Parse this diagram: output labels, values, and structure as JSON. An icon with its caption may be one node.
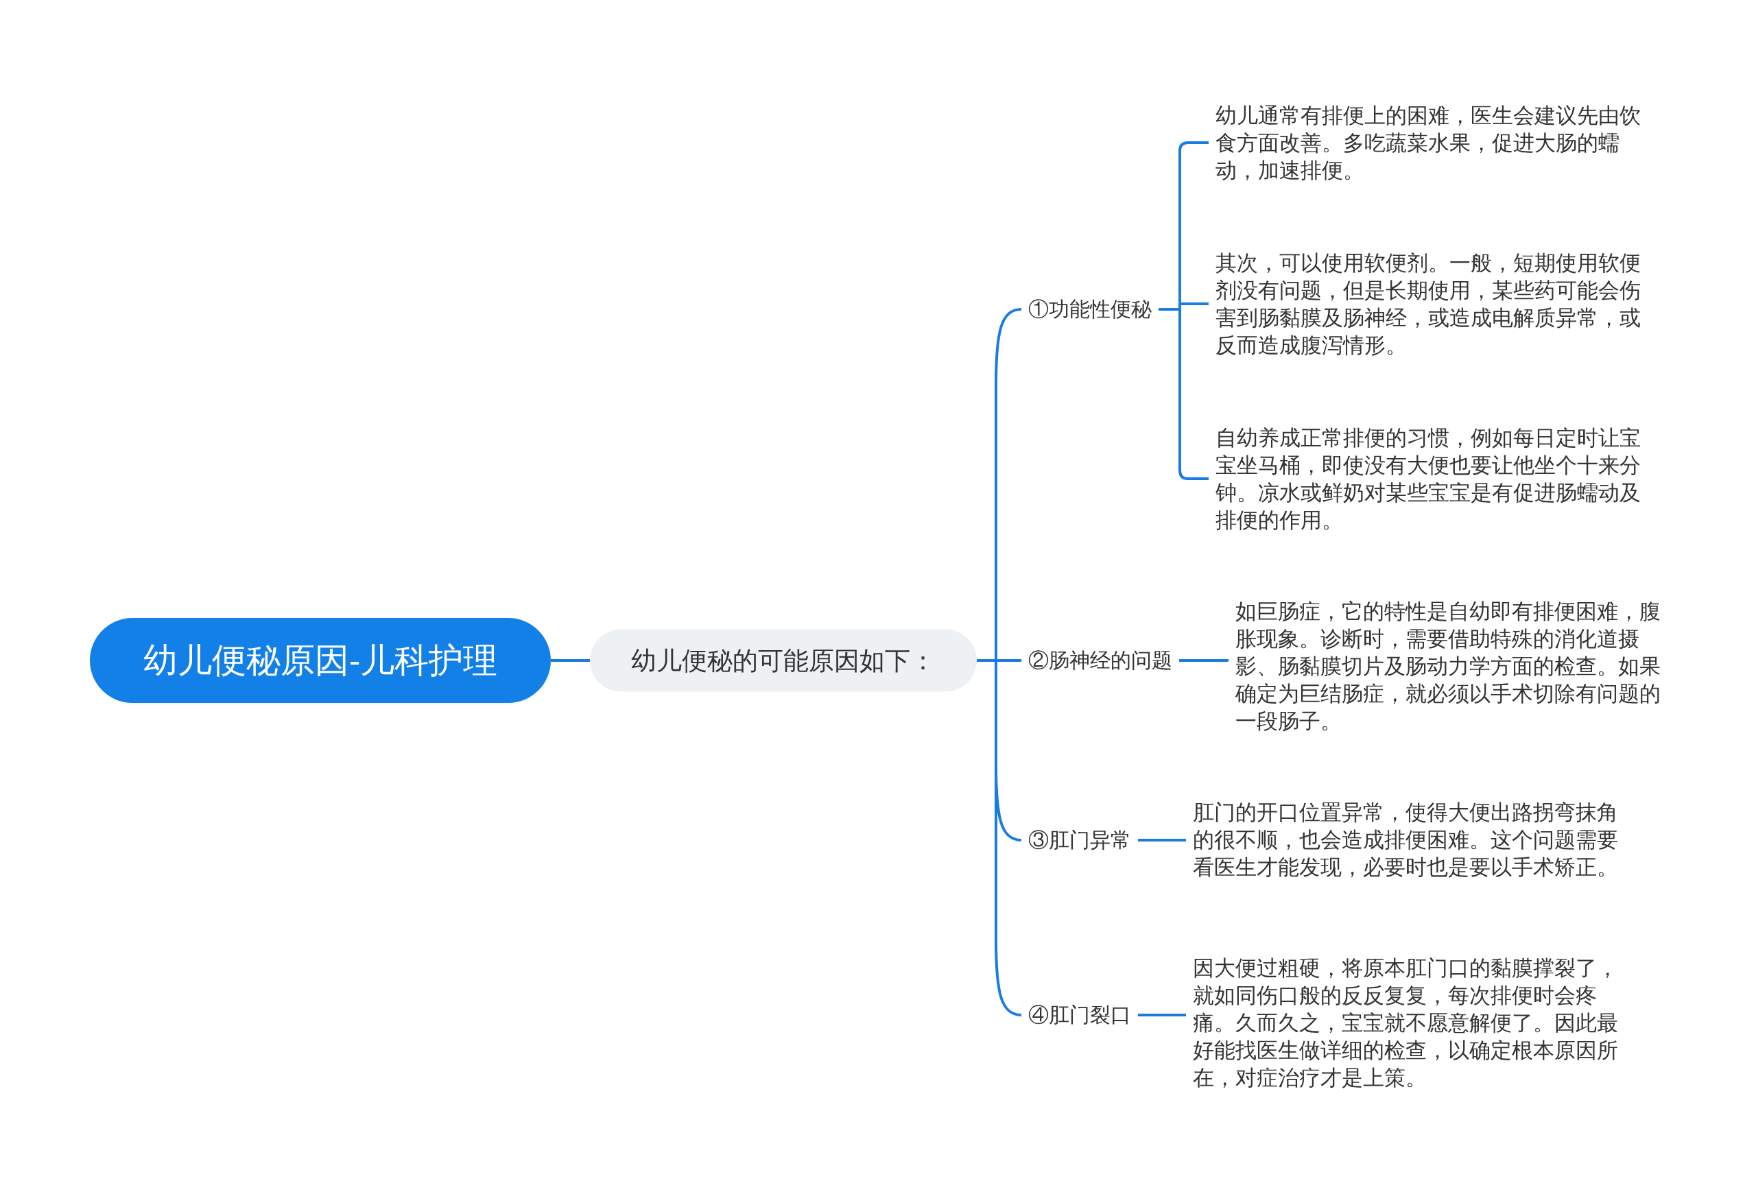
{
  "diagram": {
    "nodes": [
      {
        "text": [
          "幼儿便秘原因-儿科护理"
        ]
      },
      {
        "text": [
          "幼儿便秘的可能原因如下："
        ]
      },
      {
        "text": [
          "①功能性便秘"
        ]
      },
      {
        "text": [
          "幼儿通常有排便上的困难，医生会建议先由饮食方面改善。多吃蔬菜水果，促进大肠的蠕动，加速排便。"
        ]
      },
      {
        "text": [
          "其次，可以使用软便剂。一般，短期使用软便剂没有问题，但是长期使用，某些药可能会伤害到肠黏膜及肠神经，或造成电解质异常，或反而造成腹泻情形。"
        ]
      },
      {
        "text": [
          "自幼养成正常排便的习惯，例如每日定时让宝宝坐马桶，即使没有大便也要让他坐个十来分钟。凉水或鲜奶对某些宝宝是有促进肠蠕动及排便的作用。"
        ]
      },
      {
        "text": [
          "②肠神经的问题"
        ]
      },
      {
        "text": [
          "如巨肠症，它的特性是自幼即有排便困难，腹胀现象。诊断时，需要借助特殊的消化道摄影、肠黏膜切片及肠动力学方面的检查。如果确定为巨结肠症，就必须以手术切除有问题的一段肠子。"
        ]
      },
      {
        "text": [
          "③肛门异常"
        ]
      },
      {
        "text": [
          "肛门的开口位置异常，使得大便出路拐弯抹角的很不顺，也会造成排便困难。这个问题需要看医生才能发现，必要时也是要以手术矫正。"
        ]
      },
      {
        "text": [
          "④肛门裂口"
        ]
      },
      {
        "text": [
          "因大便过粗硬，将原本肛门口的黏膜撑裂了，就如同伤口般的反反复复，每次排便时会疼痛。久而久之，宝宝就不愿意解便了。因此最好能找医生做详细的检查，以确定根本原因所在，对症治疗才是上策。"
        ]
      }
    ],
    "edges": [
      {
        "from": 0,
        "to": 1,
        "arrow": "none"
      },
      {
        "from": 1,
        "to": 2,
        "arrow": "none"
      },
      {
        "from": 1,
        "to": 6,
        "arrow": "none"
      },
      {
        "from": 1,
        "to": 8,
        "arrow": "none"
      },
      {
        "from": 1,
        "to": 10,
        "arrow": "none"
      },
      {
        "from": 2,
        "to": 3,
        "arrow": "none"
      },
      {
        "from": 2,
        "to": 4,
        "arrow": "none"
      },
      {
        "from": 2,
        "to": 5,
        "arrow": "none"
      },
      {
        "from": 6,
        "to": 7,
        "arrow": "none"
      },
      {
        "from": 8,
        "to": 9,
        "arrow": "none"
      },
      {
        "from": 10,
        "to": 11,
        "arrow": "none"
      }
    ]
  }
}
